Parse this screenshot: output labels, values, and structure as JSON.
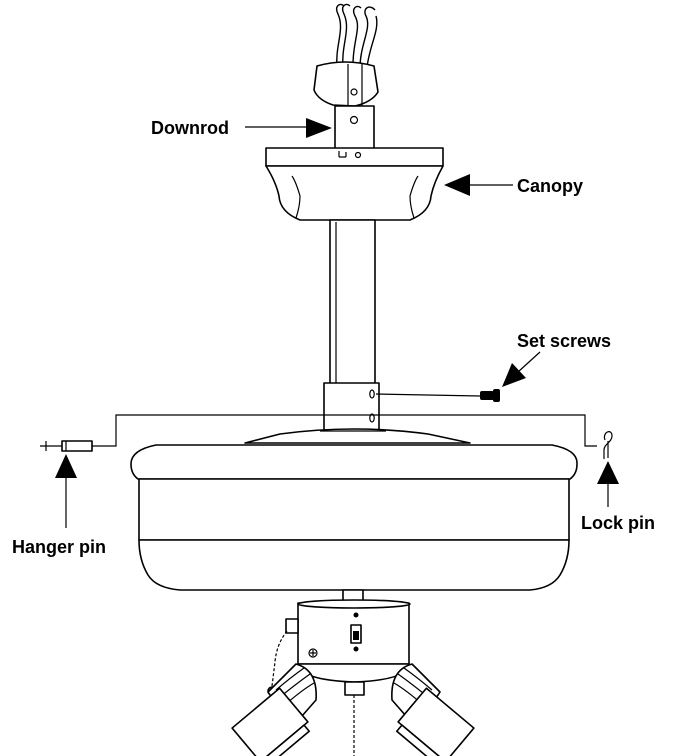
{
  "labels": {
    "downrod": "Downrod",
    "canopy": "Canopy",
    "set_screws": "Set screws",
    "hanger_pin": "Hanger pin",
    "lock_pin": "Lock pin"
  },
  "colors": {
    "line": "#000000",
    "background": "#ffffff"
  }
}
